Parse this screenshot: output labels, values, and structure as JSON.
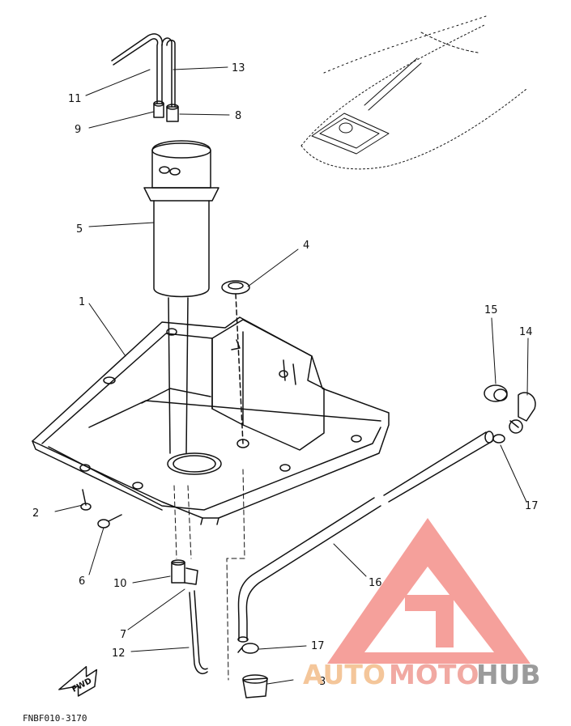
{
  "callouts": {
    "c1": "1",
    "c2": "2",
    "c3": "3",
    "c4": "4",
    "c5": "5",
    "c6": "6",
    "c7": "7",
    "c8": "8",
    "c9": "9",
    "c10": "10",
    "c11": "11",
    "c12": "12",
    "c13": "13",
    "c14": "14",
    "c15": "15",
    "c16": "16",
    "c17a": "17",
    "c17b": "17"
  },
  "fwd_label": "FWD",
  "drawing_code": "FNBF010-3170",
  "watermark": {
    "auto": "AUTO",
    "moto": "MOTO",
    "hub": "HUB",
    "colors": {
      "logo": "#f5a09b",
      "auto": "#f4c69a",
      "moto": "#f1a9a2",
      "hub": "#9b9b9b"
    }
  },
  "colors": {
    "line": "#111111",
    "background": "#ffffff"
  }
}
